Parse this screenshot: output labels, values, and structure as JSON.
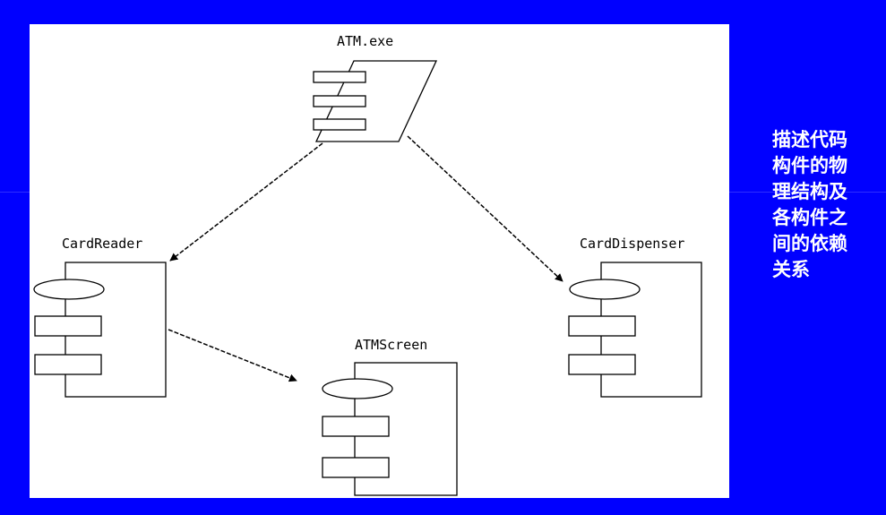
{
  "colors": {
    "background": "#0000ff",
    "panel": "#ffffff",
    "ink": "#000000",
    "caption_text": "#ffffff"
  },
  "diagram": {
    "components": {
      "atm_exe": "ATM.exe",
      "card_reader": "CardReader",
      "card_dispenser": "CardDispenser",
      "atm_screen": "ATMScreen"
    }
  },
  "caption": "描述代码构件的物理结构及各构件之间的依赖关系"
}
